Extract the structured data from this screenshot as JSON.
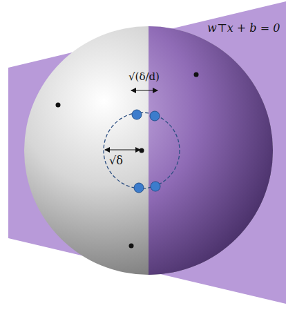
{
  "diagram": {
    "labels": [
      "w⊤x + b = 0",
      "√(δ/d)",
      "√δ"
    ]
  }
}
